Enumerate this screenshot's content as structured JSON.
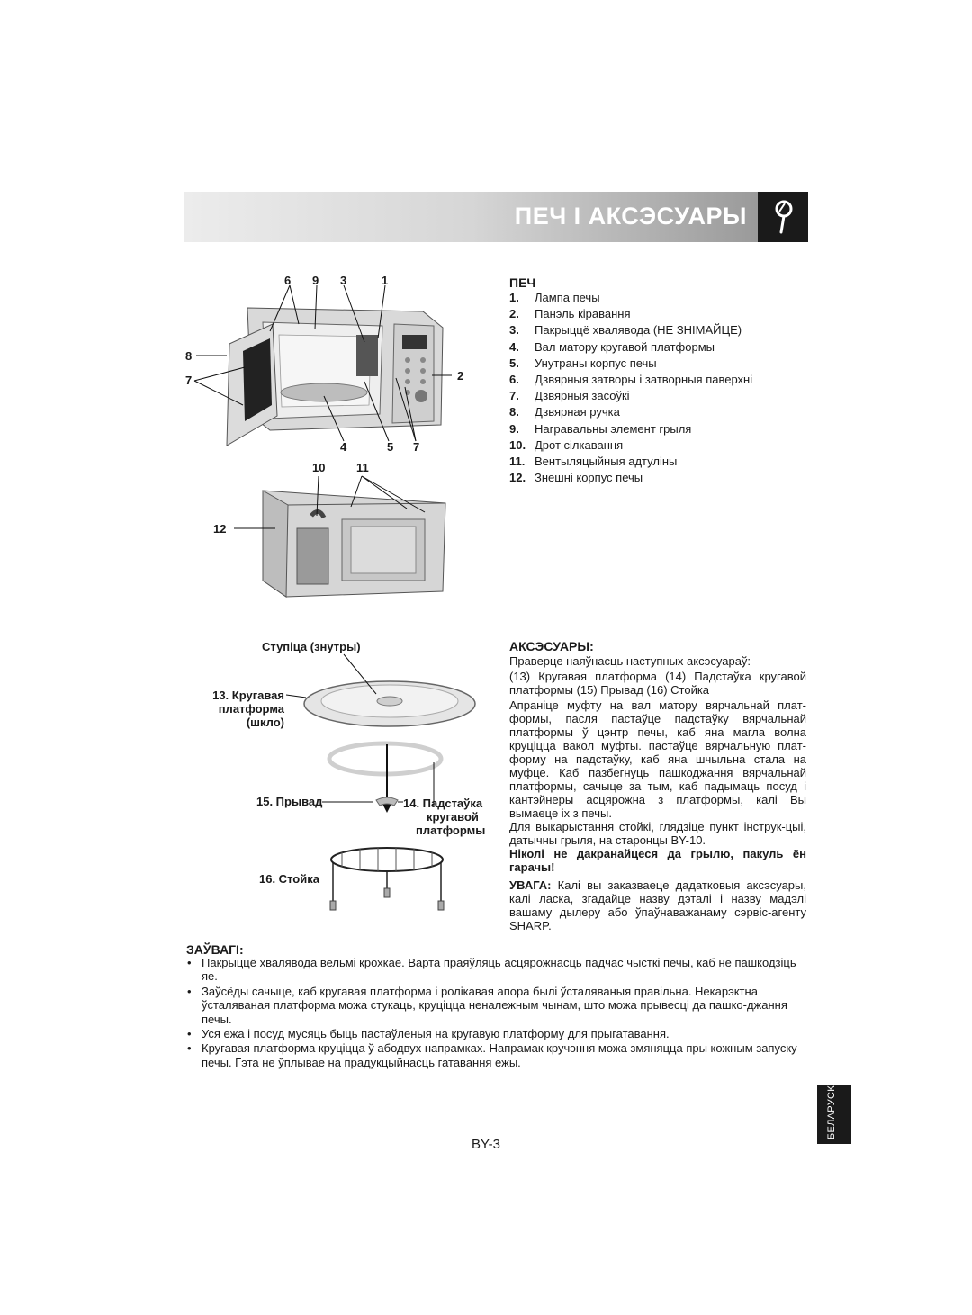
{
  "header": {
    "title": "ПЕЧ І АКСЭСУАРЫ",
    "icon": "tool-key-icon"
  },
  "oven": {
    "heading": "ПЕЧ",
    "items": [
      {
        "num": "1.",
        "text": "Лампа печы"
      },
      {
        "num": "2.",
        "text": "Панэль кіравання"
      },
      {
        "num": "3.",
        "text": "Пакрыццё хвалявода (НЕ ЗНІМАЙЦЕ)"
      },
      {
        "num": "4.",
        "text": "Вал матору кругавой платформы"
      },
      {
        "num": "5.",
        "text": "Унутраны корпус печы"
      },
      {
        "num": "6.",
        "text": "Дзвярныя затворы і затворныя паверхні"
      },
      {
        "num": "7.",
        "text": "Дзвярныя засоўкі"
      },
      {
        "num": "8.",
        "text": "Дзвярная ручка"
      },
      {
        "num": "9.",
        "text": "Награвальны элемент грыля"
      },
      {
        "num": "10.",
        "text": "Дрот сілкавання"
      },
      {
        "num": "11.",
        "text": "Вентыляцыйныя адтуліны"
      },
      {
        "num": "12.",
        "text": "Знешні корпус печы"
      }
    ]
  },
  "diagram_labels": {
    "front_top": [
      "6",
      "9",
      "3",
      "1"
    ],
    "front_left_8": "8",
    "front_left_7": "7",
    "front_right_2": "2",
    "front_bottom": [
      "4",
      "5",
      "7"
    ],
    "rear_top": [
      "10",
      "11"
    ],
    "rear_left_12": "12"
  },
  "accessories_diagram": {
    "hub": "Ступіца (знутры)",
    "turntable": [
      "13. Кругавая",
      "платформа",
      "(шкло)"
    ],
    "coupling": "15. Прывад",
    "support": [
      "14. Падстаўка",
      "кругавой",
      "платформы"
    ],
    "rack": "16. Стойка"
  },
  "accessories": {
    "heading": "АКСЭСУАРЫ:",
    "intro": "Праверце наяўнасць наступных аксэсуараў:",
    "list": "(13) Кругавая платформа (14) Падстаўка кругавой платформы (15) Прывад (16) Стойка",
    "para1": "Апраніце муфту на вал матору вярчальнай плат-формы, пасля пастаўце падстаўку вярчальнай платформы ў цэнтр печы, каб яна магла волна круціцца вакол муфты. пастаўце вярчальную плат-форму на падстаўку, каб яна шчыльна стала на муфце. Каб пазбегнуць пашкоджання вярчальнай платформы, сачыце за тым, каб падымаць посуд і кантэйнеры асцярожна з платформы, калі Вы вымаеце іх з печы.",
    "para2": "Для выкарыстання стойкі, глядзіце пункт інструк-цыі, датычны грыля, на старонцы BY-10.",
    "warning_bold": "Ніколі не дакранайцеся да грылю, пакуль ён гарачы!",
    "caution_label": "УВАГА:",
    "caution_text": " Калі вы заказваеце дадатковыя аксэсуары, калі ласка, згадайце назву дэталі і назву мадэлі вашаму дылеру або ўпаўнаважанаму сэрвіс-агенту SHARP."
  },
  "notes": {
    "heading": "ЗАЎВАГІ:",
    "items": [
      "Пакрыццё хвалявода вельмі крохкае. Варта праяўляць асцярожнасць падчас чысткі печы, каб не пашкодзіць яе.",
      "Заўсёды сачыце, каб кругавая платформа і ролікавая апора былі ўсталяваныя правільна. Некарэктна ўсталяваная платформа можа стукаць, круціцца неналежным чынам, што можа прывесці да пашко-джання печы.",
      "Уся ежа і посуд мусяць быць пастаўленыя на кругавую платформу для прыгатавання.",
      "Кругавая платформа круціцца ў абодвух напрамках. Напрамак кручэння можа змяняцца пры кожным запуску печы. Гэта не ўплывае на прадукцыйнасць гатавання ежы."
    ]
  },
  "side_tab": "БЕЛАРУСКАЯ",
  "page_number": "BY-3"
}
